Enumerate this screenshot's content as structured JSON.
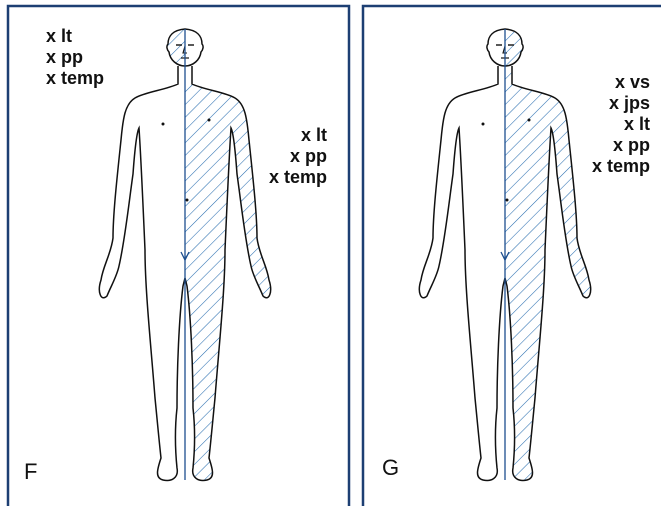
{
  "colors": {
    "frame": "#1d3f73",
    "hatch": "#2a6fb0",
    "outline": "#111111",
    "midline": "#1d4f8f"
  },
  "panels": [
    {
      "letter": "F",
      "annotation_left": [
        "x lt",
        "x pp",
        "x temp"
      ],
      "annotation_right": [
        "x lt",
        "x pp",
        "x temp"
      ]
    },
    {
      "letter": "G",
      "annotation_right": [
        "x vs",
        "x jps",
        "x lt",
        "x pp",
        "x temp"
      ]
    }
  ]
}
